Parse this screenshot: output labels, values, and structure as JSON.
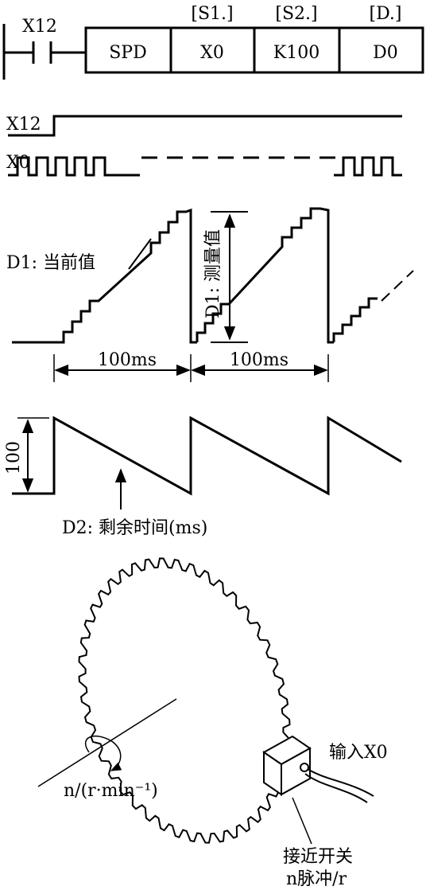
{
  "ladder": {
    "contact_label": "X12",
    "operand_headers": [
      "[S1.]",
      "[S2.]",
      "[D.]"
    ],
    "cells": [
      "SPD",
      "X0",
      "K100",
      "D0"
    ]
  },
  "timing": {
    "x12_label": "X12",
    "x0_label": "X0",
    "d1_label": "D1: 当前值",
    "d1_measured_label": "D1: 测量值",
    "interval_1": "100ms",
    "interval_2": "100ms",
    "d2_scale_label": "100",
    "d2_label": "D2: 剩余时间(ms)"
  },
  "wheel": {
    "speed_label": "n/(r·min⁻¹)",
    "input_label": "输入X0",
    "switch_label": "接近开关",
    "pulse_label": "n脉冲/r"
  }
}
